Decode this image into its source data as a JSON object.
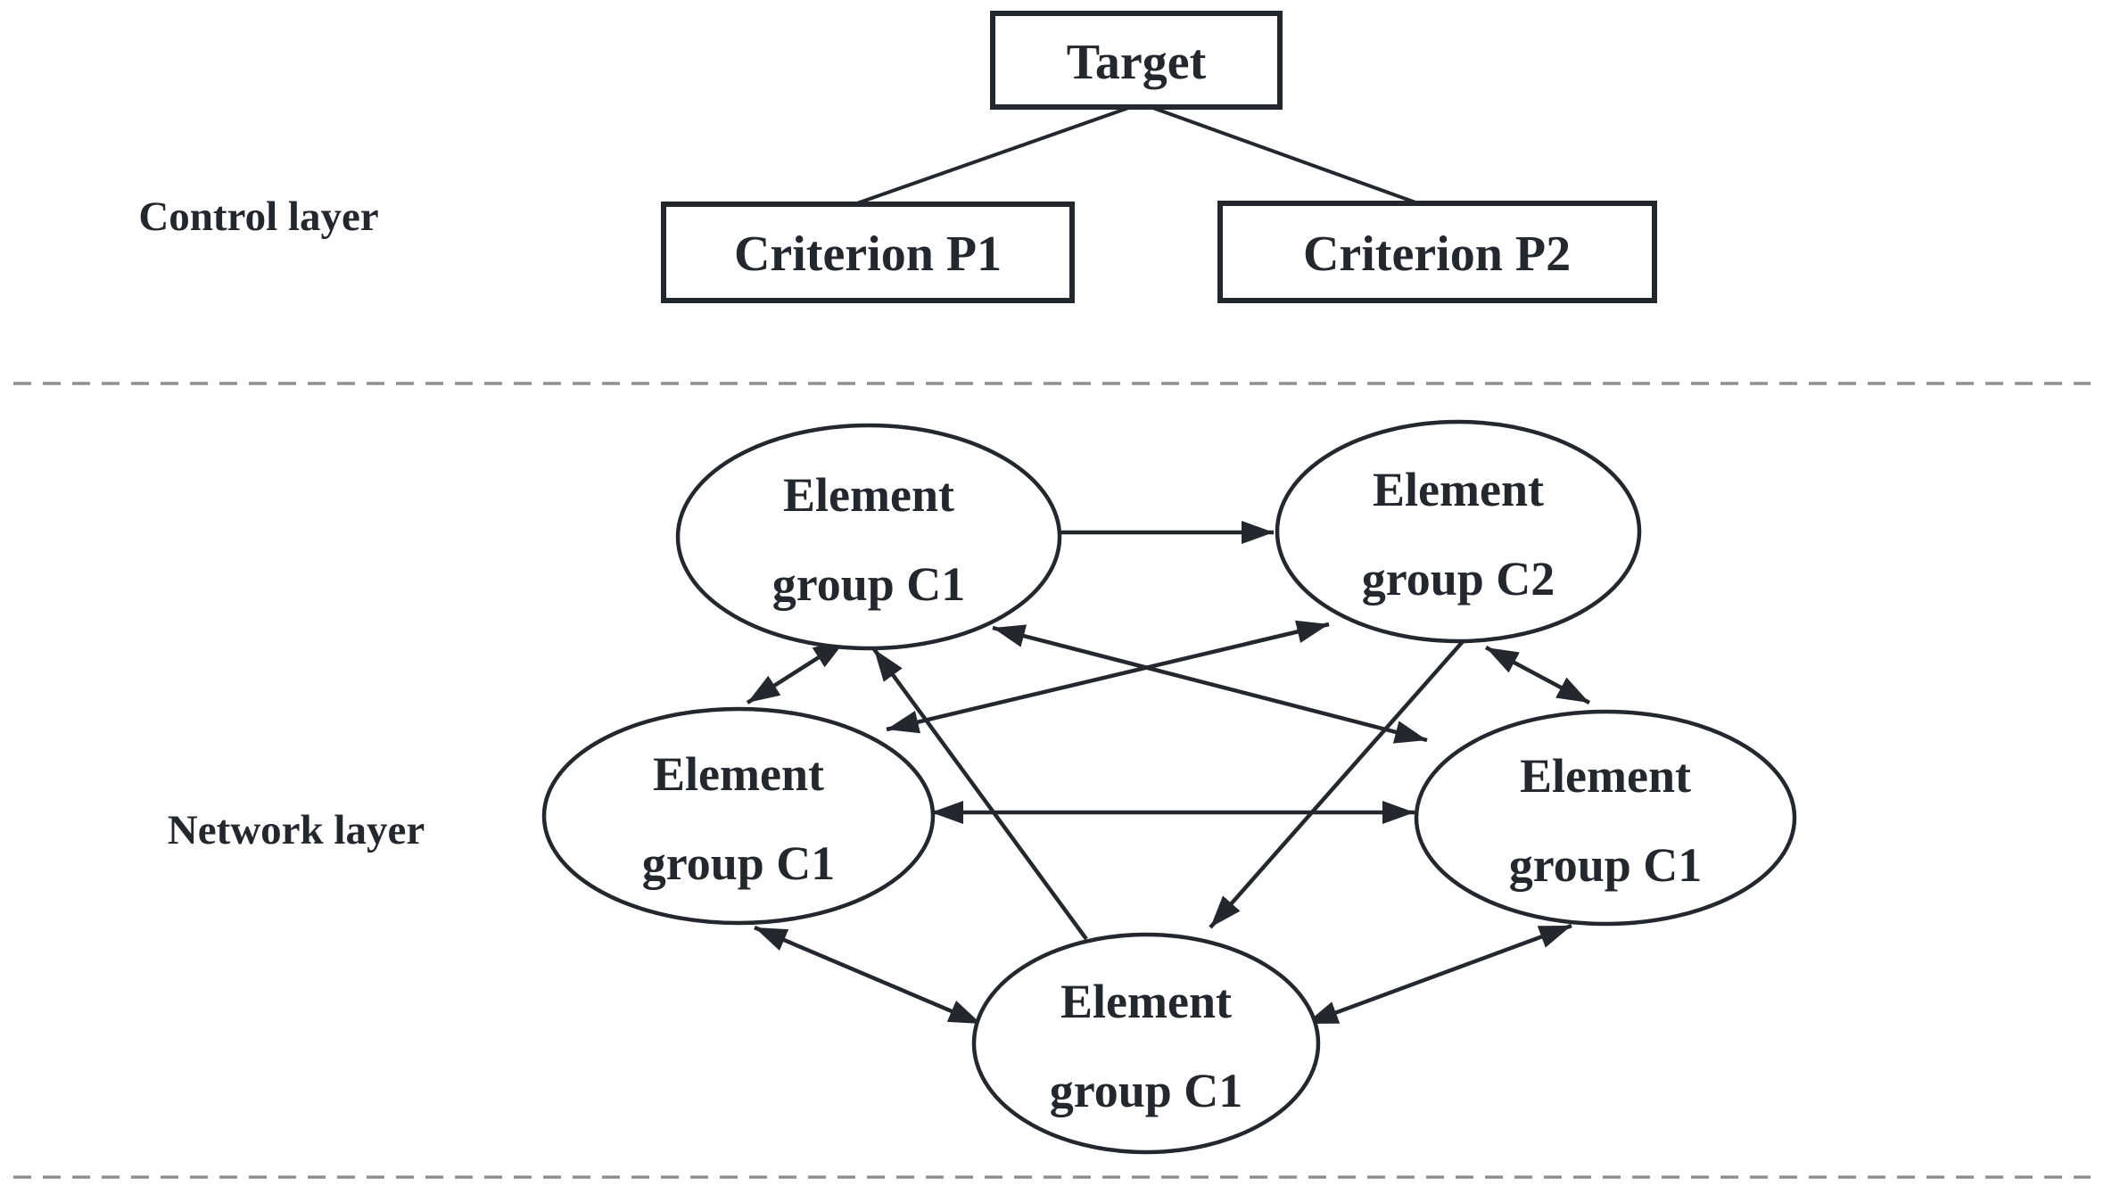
{
  "control_layer": {
    "label": "Control layer",
    "target_label": "Target",
    "criterion1": "Criterion P1",
    "criterion2": "Criterion P2"
  },
  "network_layer": {
    "label": "Network layer",
    "nodes": [
      {
        "id": "element-group-c1-top-left",
        "line1": "Element",
        "line2": "group C1"
      },
      {
        "id": "element-group-c2-top-right",
        "line1": "Element",
        "line2": "group C2"
      },
      {
        "id": "element-group-c1-mid-left",
        "line1": "Element",
        "line2": "group C1"
      },
      {
        "id": "element-group-c1-mid-right",
        "line1": "Element",
        "line2": "group C1"
      },
      {
        "id": "element-group-c1-bottom",
        "line1": "Element",
        "line2": "group C1"
      }
    ],
    "edges": [
      {
        "from": "element-group-c1-top-left",
        "to": "element-group-c2-top-right",
        "direction": "one-way"
      },
      {
        "from": "element-group-c1-top-left",
        "to": "element-group-c1-mid-left",
        "direction": "two-way"
      },
      {
        "from": "element-group-c1-bottom",
        "to": "element-group-c1-top-left",
        "direction": "one-way"
      },
      {
        "from": "element-group-c1-top-left",
        "to": "element-group-c1-mid-right",
        "direction": "two-way"
      },
      {
        "from": "element-group-c2-top-right",
        "to": "element-group-c1-mid-left",
        "direction": "two-way"
      },
      {
        "from": "element-group-c2-top-right",
        "to": "element-group-c1-mid-right",
        "direction": "two-way"
      },
      {
        "from": "element-group-c2-top-right",
        "to": "element-group-c1-bottom",
        "direction": "one-way"
      },
      {
        "from": "element-group-c1-mid-left",
        "to": "element-group-c1-mid-right",
        "direction": "two-way"
      },
      {
        "from": "element-group-c1-mid-left",
        "to": "element-group-c1-bottom",
        "direction": "two-way"
      },
      {
        "from": "element-group-c1-mid-right",
        "to": "element-group-c1-bottom",
        "direction": "two-way"
      }
    ]
  },
  "colors": {
    "ink": "#23272e",
    "dashed_divider": "#8f8f8f",
    "background": "#ffffff"
  }
}
